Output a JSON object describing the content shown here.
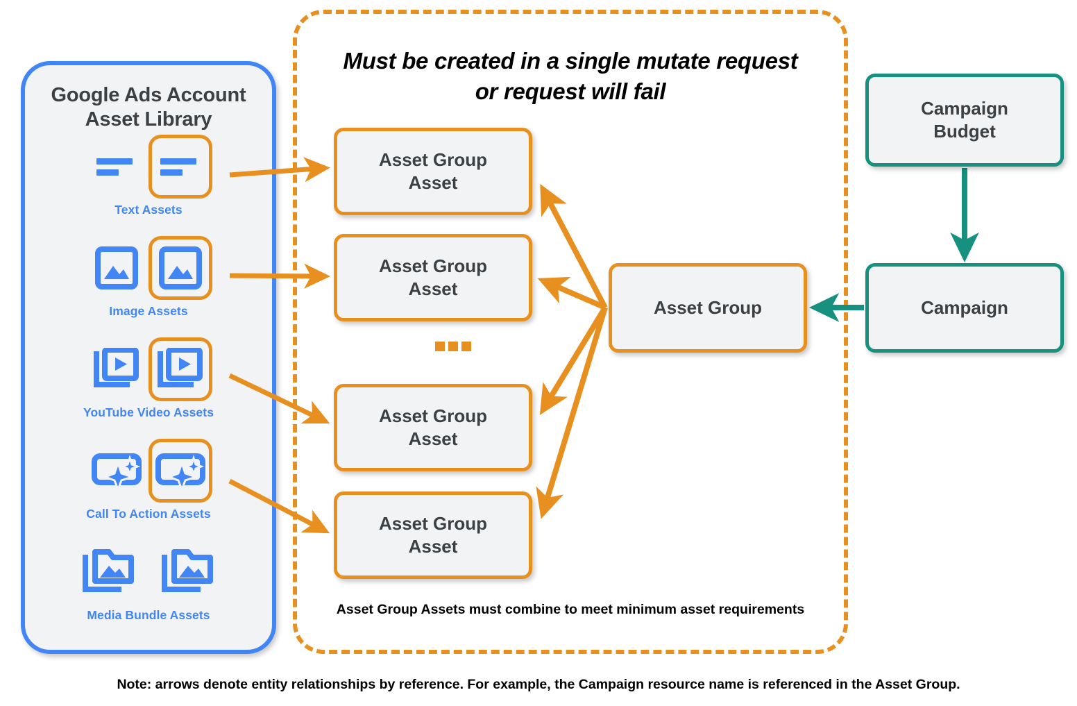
{
  "diagram": {
    "bottom_note": "Note: arrows denote entity relationships by reference. For example, the Campaign resource name is referenced in the Asset Group."
  },
  "asset_library": {
    "title": "Google Ads Account\nAsset Library",
    "title_line1": "Google Ads Account",
    "title_line2": "Asset Library",
    "rows": [
      {
        "caption": "Text Assets",
        "icon": "text-asset-icon",
        "highlighted": true
      },
      {
        "caption": "Image Assets",
        "icon": "image-asset-icon",
        "highlighted": true
      },
      {
        "caption": "YouTube Video  Assets",
        "icon": "video-asset-icon",
        "highlighted": true
      },
      {
        "caption": "Call To Action Assets",
        "icon": "call-to-action-asset-icon",
        "highlighted": true
      },
      {
        "caption": "Media Bundle  Assets",
        "icon": "media-bundle-asset-icon",
        "highlighted": false
      }
    ]
  },
  "mutate_zone": {
    "title_line1": "Must be created in a single mutate request",
    "title_line2": "or request will fail",
    "footnote": "Asset Group Assets must combine to meet minimum asset requirements",
    "ellipsis": "...",
    "asset_group_assets": [
      {
        "label": "Asset Group\nAsset",
        "line1": "Asset Group",
        "line2": "Asset"
      },
      {
        "label": "Asset Group\nAsset",
        "line1": "Asset Group",
        "line2": "Asset"
      },
      {
        "label": "Asset Group\nAsset",
        "line1": "Asset Group",
        "line2": "Asset"
      },
      {
        "label": "Asset Group\nAsset",
        "line1": "Asset Group",
        "line2": "Asset"
      }
    ],
    "asset_group": {
      "label": "Asset Group"
    }
  },
  "campaign_side": {
    "campaign_budget": {
      "label": "Campaign\nBudget",
      "line1": "Campaign",
      "line2": "Budget"
    },
    "campaign": {
      "label": "Campaign"
    }
  },
  "colors": {
    "blue": "#4285f4",
    "orange": "#e8901f",
    "teal": "#17917f",
    "node_fill": "#f1f3f4",
    "text_dark": "#3c4043",
    "text_black": "#000000"
  }
}
